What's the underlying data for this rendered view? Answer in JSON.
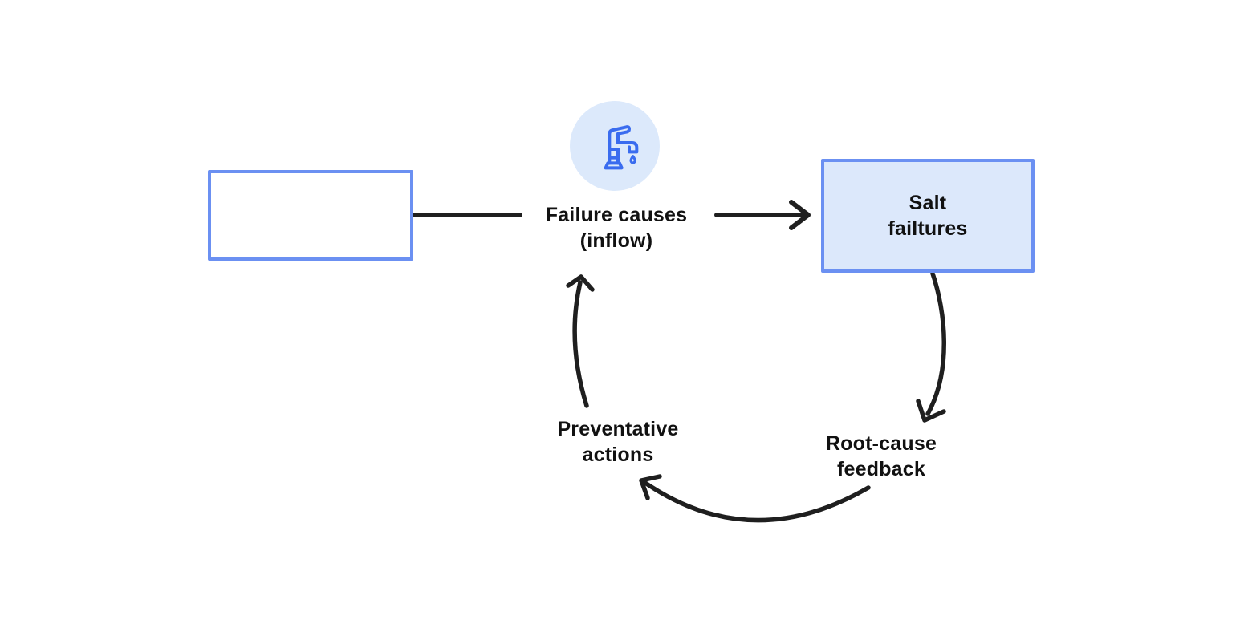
{
  "diagram": {
    "nodes": {
      "source_box": {
        "label": ""
      },
      "inflow_label": {
        "line1": "Failure causes",
        "line2": "(inflow)"
      },
      "stock_box": {
        "line1": "Salt",
        "line2": "failtures"
      },
      "root_cause_label": {
        "line1": "Root-cause",
        "line2": "feedback"
      },
      "preventative_label": {
        "line1": "Preventative",
        "line2": "actions"
      }
    },
    "icons": {
      "faucet": "faucet-drip-icon"
    },
    "colors": {
      "box_border": "#6B90F2",
      "stock_fill": "#DCE8FB",
      "icon_circle_fill": "#DCE9FB",
      "icon_stroke": "#3A6CEF",
      "arrow_stroke": "#1F1F1F",
      "text": "#111111",
      "background": "#FFFFFF"
    }
  }
}
